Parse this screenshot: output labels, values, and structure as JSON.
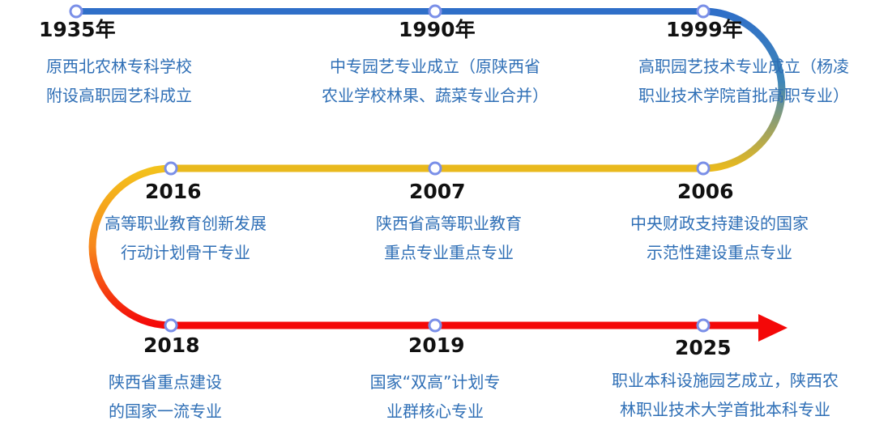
{
  "colors": {
    "blue": "#2f6fc8",
    "yellow": "#e9b91d",
    "orange": "#f5a623",
    "red": "#f40808",
    "node_stroke": "#7a8fe8",
    "year_text": "#111111",
    "desc_text": "#2f6fb6"
  },
  "events": [
    {
      "year": "1935年",
      "lines": [
        "原西北农林专科学校",
        "附设高职园艺科成立"
      ]
    },
    {
      "year": "1990年",
      "lines": [
        "中专园艺专业成立（原陕西省",
        "农业学校林果、蔬菜专业合并）"
      ]
    },
    {
      "year": "1999年",
      "lines": [
        "高职园艺技术专业成立（杨凌",
        "职业技术学院首批高职专业）"
      ]
    },
    {
      "year": "2006",
      "lines": [
        "中央财政支持建设的国家",
        "示范性建设重点专业"
      ]
    },
    {
      "year": "2007",
      "lines": [
        "陕西省高等职业教育",
        "重点专业重点专业"
      ]
    },
    {
      "year": "2016",
      "lines": [
        "高等职业教育创新发展",
        "行动计划骨干专业"
      ]
    },
    {
      "year": "2018",
      "lines": [
        "陕西省重点建设",
        "的国家一流专业"
      ]
    },
    {
      "year": "2019",
      "lines": [
        "国家“双高”计划专",
        "业群核心专业"
      ]
    },
    {
      "year": "2025",
      "lines": [
        "职业本科设施园艺成立，陕西农",
        "林职业技术大学首批本科专业"
      ]
    }
  ]
}
